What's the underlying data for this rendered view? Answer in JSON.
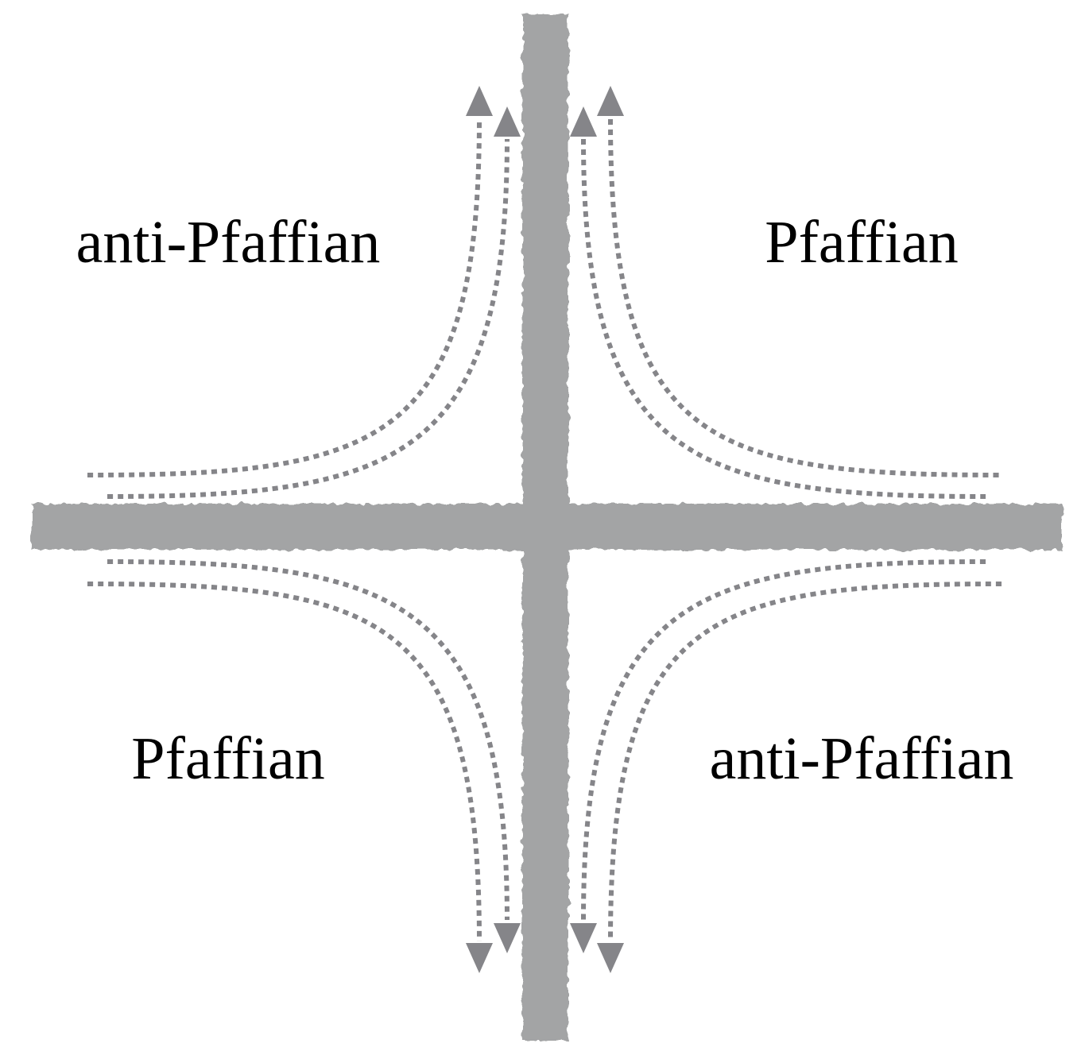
{
  "colors": {
    "background": "#ffffff",
    "domain_wall": "#a3a4a5",
    "edge_mode": "#858589",
    "label": "#000000"
  },
  "regions": {
    "top_left": "anti-Pfaffian",
    "top_right": "Pfaffian",
    "bottom_left": "Pfaffian",
    "bottom_right": "anti-Pfaffian"
  }
}
